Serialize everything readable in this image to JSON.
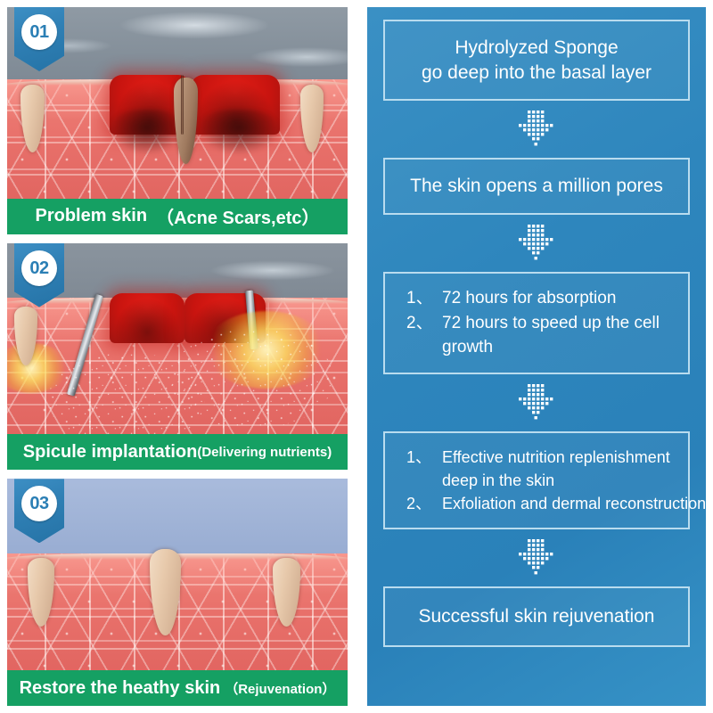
{
  "colors": {
    "brand_blue": "#2e86bd",
    "badge_blue": "#2f7fb4",
    "caption_green": "#15a063",
    "box_border": "#b9dcef",
    "text_white": "#ffffff",
    "skin_red": "#e8706a",
    "inflamed_red": "#c8140f"
  },
  "left_column": {
    "panels": [
      {
        "badge_number": "01",
        "badge_icon": "step-badge-ribbon-icon",
        "caption_main": "Problem skin",
        "caption_sub": "（Acne Scars,etc）",
        "illustration": "skin-cross-section-with-acne-scars"
      },
      {
        "badge_number": "02",
        "badge_icon": "step-badge-ribbon-icon",
        "caption_main": "Spicule implantation",
        "caption_sub": "(Delivering nutrients)",
        "illustration": "skin-cross-section-with-spicule-needles"
      },
      {
        "badge_number": "03",
        "badge_icon": "step-badge-ribbon-icon",
        "caption_main": "Restore the heathy skin",
        "caption_sub": "（Rejuvenation）",
        "illustration": "skin-cross-section-healthy-rejuvenated"
      }
    ]
  },
  "right_column": {
    "arrow_icon": "dotted-down-arrow-icon",
    "boxes": [
      {
        "id": "box-1",
        "type": "centered",
        "lines": [
          "Hydrolyzed Sponge",
          "go deep into the basal layer"
        ]
      },
      {
        "id": "box-2",
        "type": "centered",
        "lines": [
          "The skin opens a million pores"
        ]
      },
      {
        "id": "box-3",
        "type": "listed",
        "items": [
          {
            "marker": "1、",
            "text": "72 hours for absorption"
          },
          {
            "marker": "2、",
            "text": "72 hours to speed up the cell"
          },
          {
            "marker": "",
            "text": "growth"
          }
        ]
      },
      {
        "id": "box-4",
        "type": "listed",
        "items": [
          {
            "marker": "1、",
            "text": "Effective nutrition replenishment"
          },
          {
            "marker": "",
            "text": "deep in the skin"
          },
          {
            "marker": "2、",
            "text": "Exfoliation and dermal reconstruction"
          }
        ]
      },
      {
        "id": "box-5",
        "type": "centered",
        "lines": [
          "Successful skin rejuvenation"
        ]
      }
    ]
  }
}
